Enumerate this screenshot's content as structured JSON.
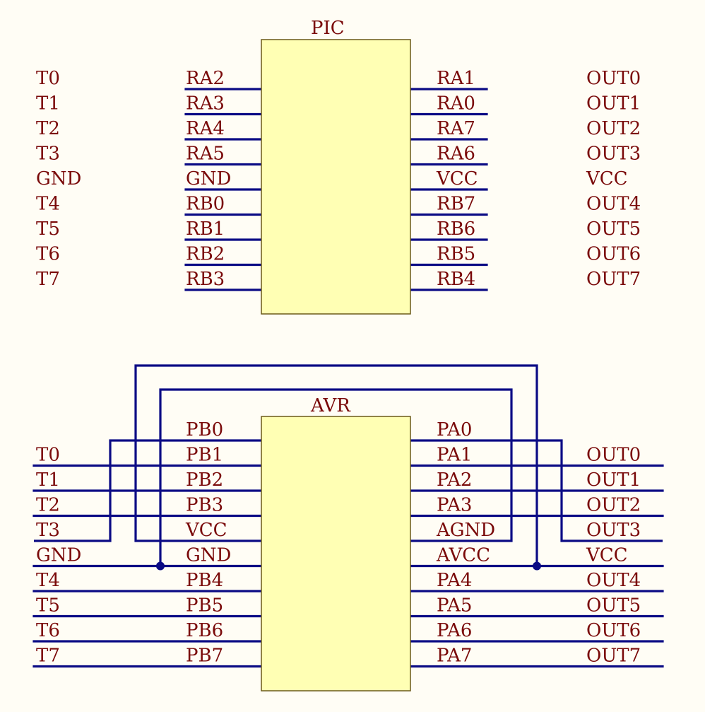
{
  "colors": {
    "background": "#fffdf5",
    "wire": "#0b0b85",
    "text": "#7a0a0a",
    "chip_fill": "#ffffb4",
    "chip_border": "#6b5a1a"
  },
  "pic": {
    "title": "PIC",
    "left_nets": [
      "T0",
      "T1",
      "T2",
      "T3",
      "GND",
      "T4",
      "T5",
      "T6",
      "T7"
    ],
    "left_pins": [
      "RA2",
      "RA3",
      "RA4",
      "RA5",
      "GND",
      "RB0",
      "RB1",
      "RB2",
      "RB3"
    ],
    "right_pins": [
      "RA1",
      "RA0",
      "RA7",
      "RA6",
      "VCC",
      "RB7",
      "RB6",
      "RB5",
      "RB4"
    ],
    "right_nets": [
      "OUT0",
      "OUT1",
      "OUT2",
      "OUT3",
      "VCC",
      "OUT4",
      "OUT5",
      "OUT6",
      "OUT7"
    ]
  },
  "avr": {
    "title": "AVR",
    "left_pins": [
      "PB0",
      "PB1",
      "PB2",
      "PB3",
      "VCC",
      "GND",
      "PB4",
      "PB5",
      "PB6",
      "PB7"
    ],
    "left_nets": [
      "",
      "T0",
      "T1",
      "T2",
      "T3",
      "GND",
      "T4",
      "T5",
      "T6",
      "T7"
    ],
    "right_pins": [
      "PA0",
      "PA1",
      "PA2",
      "PA3",
      "AGND",
      "AVCC",
      "PA4",
      "PA5",
      "PA6",
      "PA7"
    ],
    "right_nets": [
      "",
      "OUT0",
      "OUT1",
      "OUT2",
      "OUT3",
      "VCC",
      "OUT4",
      "OUT5",
      "OUT6",
      "OUT7"
    ]
  }
}
